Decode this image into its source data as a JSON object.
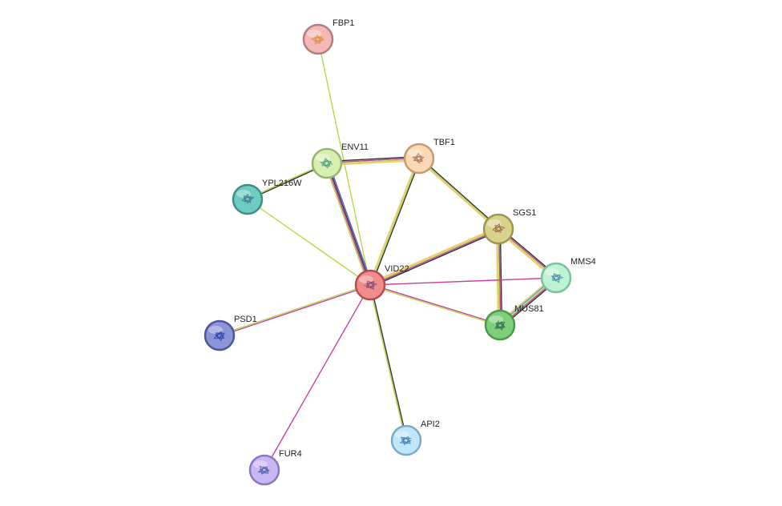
{
  "nodes": [
    {
      "id": "FBP1",
      "label": "FBP1",
      "fill": "#f4b8b8",
      "stroke": "#b07f7f",
      "glyph": "#d98c3a"
    },
    {
      "id": "ENV11",
      "label": "ENV11",
      "fill": "#d7efb1",
      "stroke": "#98b573",
      "glyph": "#4a9a7a"
    },
    {
      "id": "TBF1",
      "label": "TBF1",
      "fill": "#fbd9b4",
      "stroke": "#c29a74",
      "glyph": "#a07060"
    },
    {
      "id": "YPL216W",
      "label": "YPL216W",
      "fill": "#6ecbc2",
      "stroke": "#3f8f88",
      "glyph": "#3a7a8a"
    },
    {
      "id": "SGS1",
      "label": "SGS1",
      "fill": "#d8d38a",
      "stroke": "#9b9650",
      "glyph": "#9a6a4a"
    },
    {
      "id": "VID22",
      "label": "VID22",
      "fill": "#f28b8b",
      "stroke": "#b14e4e",
      "glyph": "#7a4a7a"
    },
    {
      "id": "MMS4",
      "label": "MMS4",
      "fill": "#bdf2d5",
      "stroke": "#7fbf9c",
      "glyph": "#4a8aaa"
    },
    {
      "id": "MUS81",
      "label": "MUS81",
      "fill": "#7ecf7c",
      "stroke": "#4a9a48",
      "glyph": "#2a6a4a"
    },
    {
      "id": "PSD1",
      "label": "PSD1",
      "fill": "#8d95d9",
      "stroke": "#4e559a",
      "glyph": "#2a3aaa"
    },
    {
      "id": "API2",
      "label": "API2",
      "fill": "#bfe6fb",
      "stroke": "#7eaac4",
      "glyph": "#3a7aaa"
    },
    {
      "id": "FUR4",
      "label": "FUR4",
      "fill": "#c9b6f2",
      "stroke": "#8c78b8",
      "glyph": "#4a5aaa"
    }
  ],
  "edges": [
    {
      "source": "FBP1",
      "target": "VID22",
      "colors": [
        "#b5d94a"
      ]
    },
    {
      "source": "ENV11",
      "target": "TBF1",
      "colors": [
        "#333333",
        "#c8409c",
        "#b5d94a",
        "#f0c860"
      ]
    },
    {
      "source": "ENV11",
      "target": "YPL216W",
      "colors": [
        "#333333",
        "#b5d94a"
      ]
    },
    {
      "source": "ENV11",
      "target": "VID22",
      "colors": [
        "#5a5ad0",
        "#333333",
        "#c8409c",
        "#b5d94a"
      ]
    },
    {
      "source": "TBF1",
      "target": "VID22",
      "colors": [
        "#333333",
        "#b5d94a",
        "#f0c860"
      ]
    },
    {
      "source": "TBF1",
      "target": "SGS1",
      "colors": [
        "#333333",
        "#b5d94a",
        "#f0c860"
      ]
    },
    {
      "source": "YPL216W",
      "target": "VID22",
      "colors": [
        "#b5d94a"
      ]
    },
    {
      "source": "SGS1",
      "target": "VID22",
      "colors": [
        "#333333",
        "#c8409c",
        "#b5d94a",
        "#f0c860"
      ]
    },
    {
      "source": "SGS1",
      "target": "MMS4",
      "colors": [
        "#333333",
        "#c8409c",
        "#b5d94a",
        "#f0c860"
      ]
    },
    {
      "source": "SGS1",
      "target": "MUS81",
      "colors": [
        "#333333",
        "#c8409c",
        "#b5d94a",
        "#f0c860"
      ]
    },
    {
      "source": "VID22",
      "target": "MMS4",
      "colors": [
        "#c8409c"
      ]
    },
    {
      "source": "VID22",
      "target": "MUS81",
      "colors": [
        "#c8409c",
        "#b5d94a"
      ]
    },
    {
      "source": "VID22",
      "target": "PSD1",
      "colors": [
        "#c8409c",
        "#b5d94a"
      ]
    },
    {
      "source": "VID22",
      "target": "API2",
      "colors": [
        "#333333",
        "#b5d94a"
      ]
    },
    {
      "source": "VID22",
      "target": "FUR4",
      "colors": [
        "#c8409c"
      ]
    },
    {
      "source": "MMS4",
      "target": "MUS81",
      "colors": [
        "#333333",
        "#c8409c",
        "#b5d94a",
        "#4aa0d0",
        "#f0c860"
      ]
    }
  ]
}
